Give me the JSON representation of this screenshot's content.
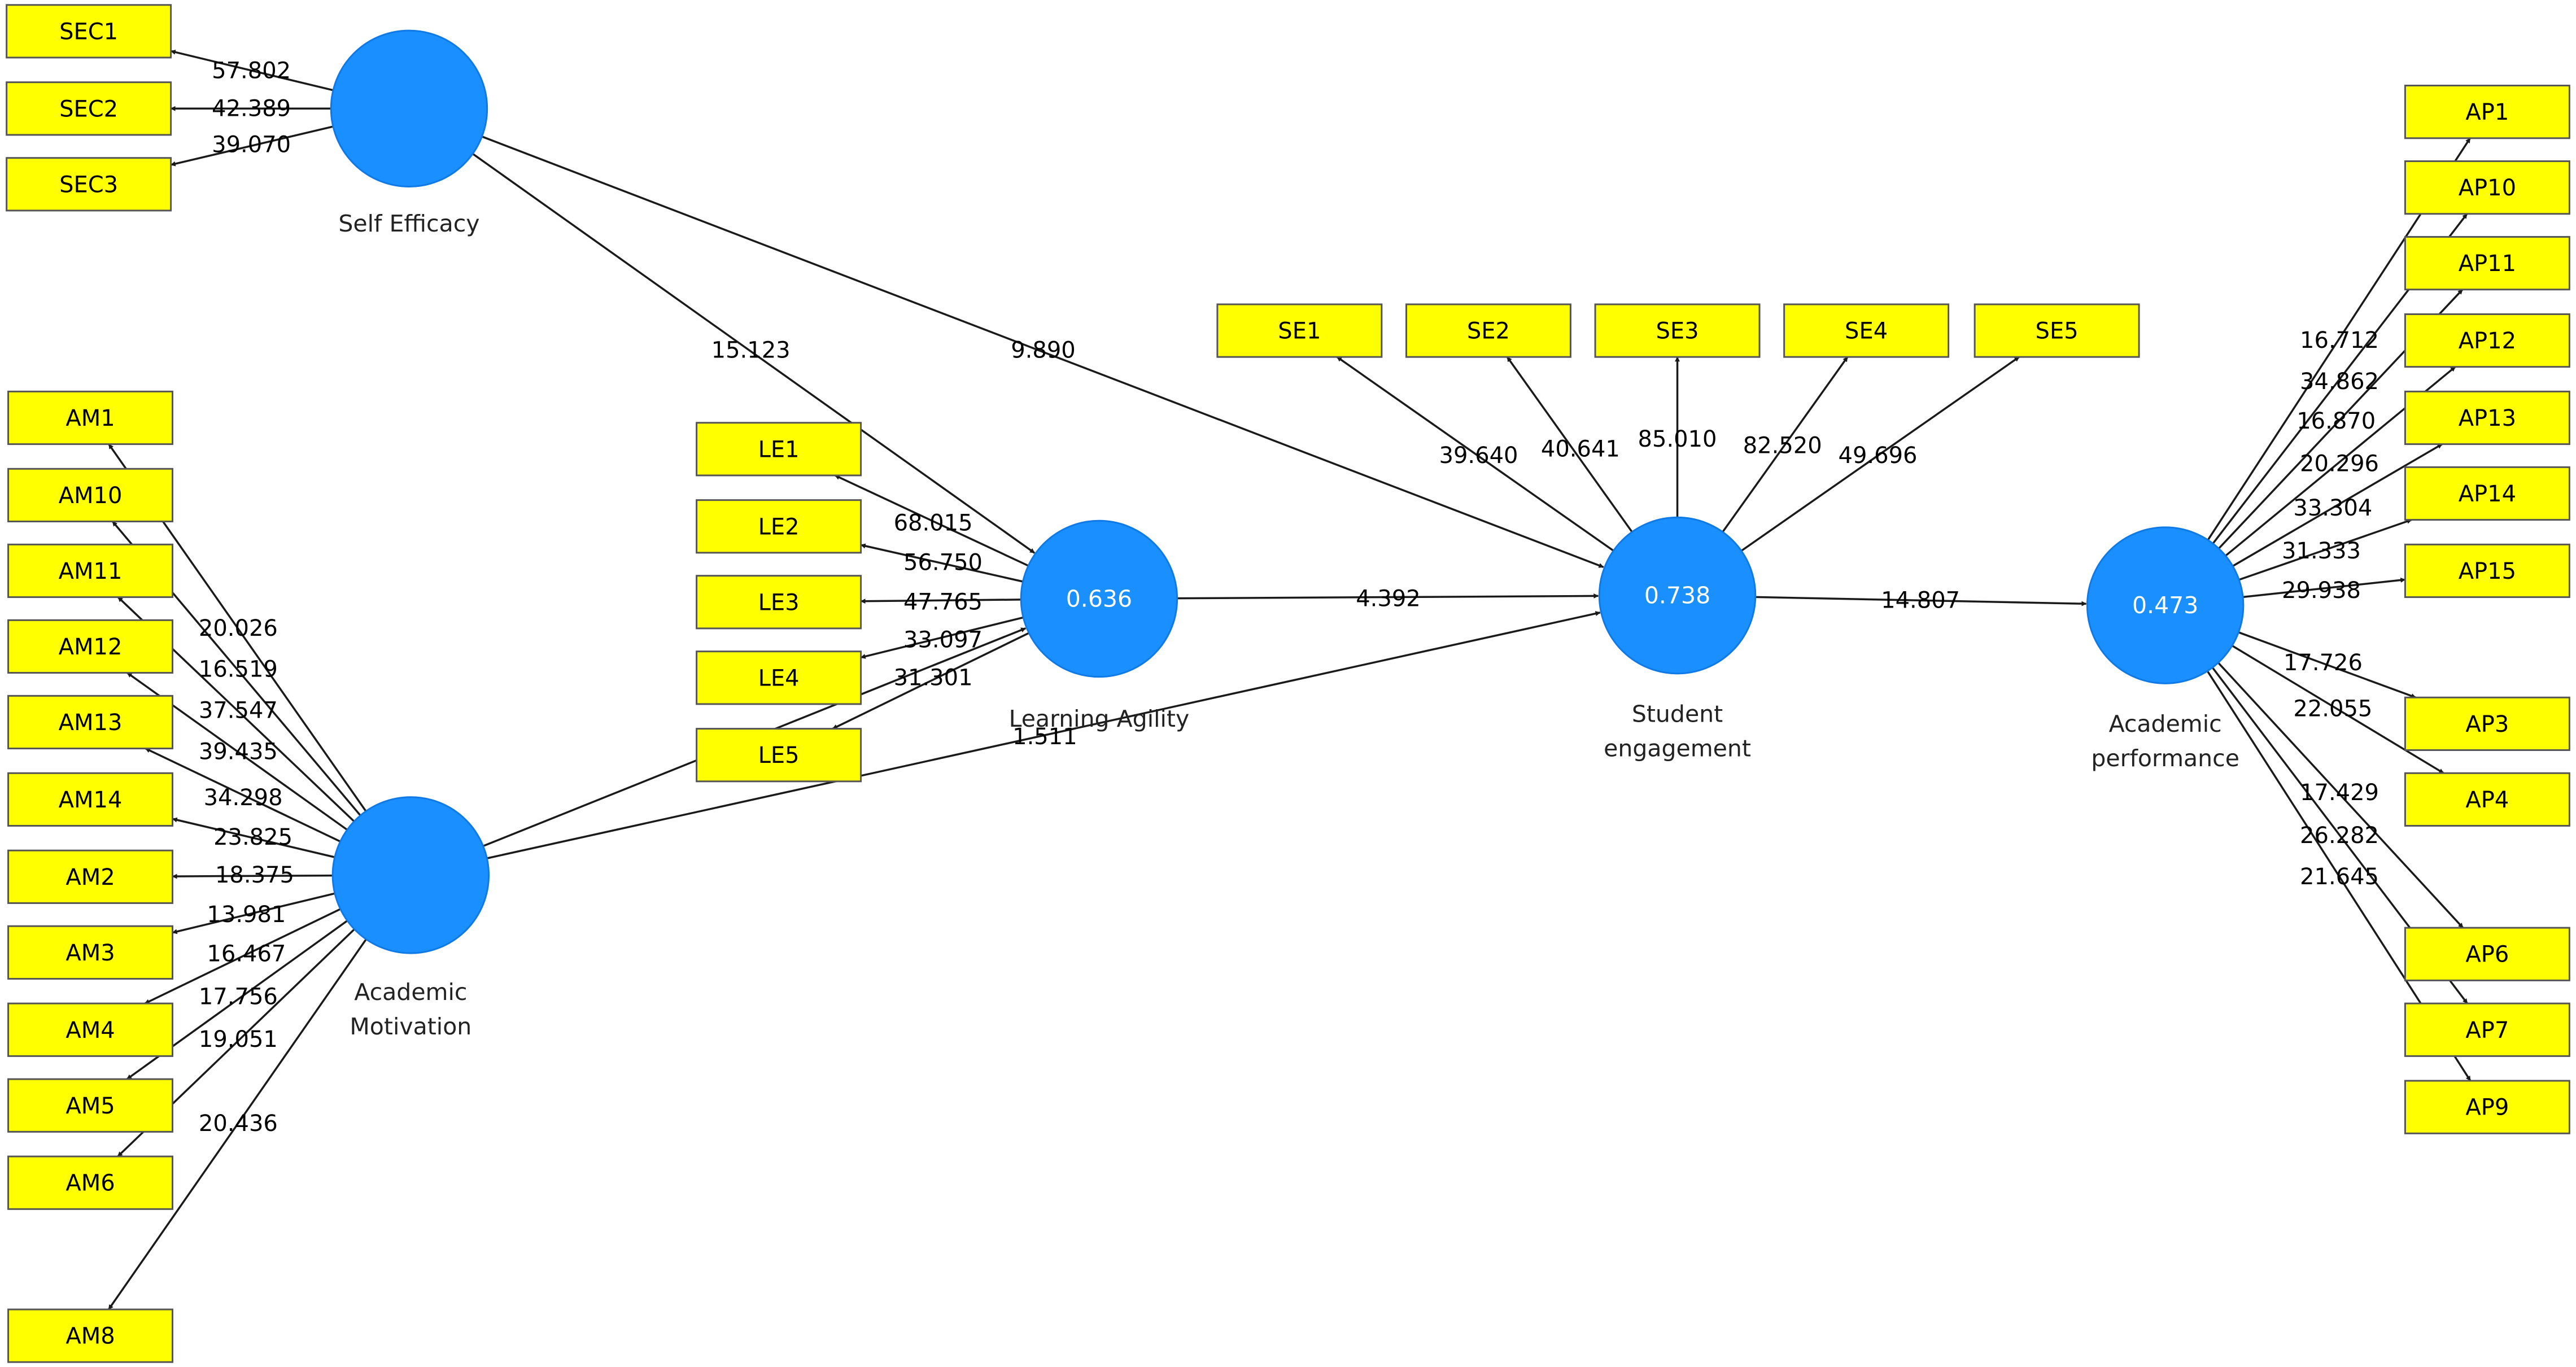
{
  "constructs": [
    {
      "id": "SEF",
      "label": "Self Efficacy",
      "value": ""
    },
    {
      "id": "AM",
      "label": "Academic Motivation",
      "value": ""
    },
    {
      "id": "LA",
      "label": "Learning Agility",
      "value": "0.636"
    },
    {
      "id": "SEN",
      "label": "Student engagement",
      "value": "0.738"
    },
    {
      "id": "AP",
      "label": "Academic performance",
      "value": "0.473"
    }
  ],
  "indicators": [
    {
      "id": "SEC1",
      "label": "SEC1"
    },
    {
      "id": "SEC2",
      "label": "SEC2"
    },
    {
      "id": "SEC3",
      "label": "SEC3"
    },
    {
      "id": "AM1",
      "label": "AM1"
    },
    {
      "id": "AM10",
      "label": "AM10"
    },
    {
      "id": "AM11",
      "label": "AM11"
    },
    {
      "id": "AM12",
      "label": "AM12"
    },
    {
      "id": "AM13",
      "label": "AM13"
    },
    {
      "id": "AM14",
      "label": "AM14"
    },
    {
      "id": "AM2",
      "label": "AM2"
    },
    {
      "id": "AM3",
      "label": "AM3"
    },
    {
      "id": "AM4",
      "label": "AM4"
    },
    {
      "id": "AM5",
      "label": "AM5"
    },
    {
      "id": "AM6",
      "label": "AM6"
    },
    {
      "id": "AM8",
      "label": "AM8"
    },
    {
      "id": "LE1",
      "label": "LE1"
    },
    {
      "id": "LE2",
      "label": "LE2"
    },
    {
      "id": "LE3",
      "label": "LE3"
    },
    {
      "id": "LE4",
      "label": "LE4"
    },
    {
      "id": "LE5",
      "label": "LE5"
    },
    {
      "id": "SE1",
      "label": "SE1"
    },
    {
      "id": "SE2",
      "label": "SE2"
    },
    {
      "id": "SE3",
      "label": "SE3"
    },
    {
      "id": "SE4",
      "label": "SE4"
    },
    {
      "id": "SE5",
      "label": "SE5"
    },
    {
      "id": "AP1",
      "label": "AP1"
    },
    {
      "id": "AP10",
      "label": "AP10"
    },
    {
      "id": "AP11",
      "label": "AP11"
    },
    {
      "id": "AP12",
      "label": "AP12"
    },
    {
      "id": "AP13",
      "label": "AP13"
    },
    {
      "id": "AP14",
      "label": "AP14"
    },
    {
      "id": "AP15",
      "label": "AP15"
    },
    {
      "id": "AP3",
      "label": "AP3"
    },
    {
      "id": "AP4",
      "label": "AP4"
    },
    {
      "id": "AP6",
      "label": "AP6"
    },
    {
      "id": "AP7",
      "label": "AP7"
    },
    {
      "id": "AP9",
      "label": "AP9"
    }
  ],
  "loadings": [
    {
      "construct": "SEF",
      "indicator": "SEC1",
      "value": "57.802"
    },
    {
      "construct": "SEF",
      "indicator": "SEC2",
      "value": "42.389"
    },
    {
      "construct": "SEF",
      "indicator": "SEC3",
      "value": "39.070"
    },
    {
      "construct": "AM",
      "indicator": "AM1",
      "value": "20.026"
    },
    {
      "construct": "AM",
      "indicator": "AM10",
      "value": "16.519"
    },
    {
      "construct": "AM",
      "indicator": "AM11",
      "value": "37.547"
    },
    {
      "construct": "AM",
      "indicator": "AM12",
      "value": "39.435"
    },
    {
      "construct": "AM",
      "indicator": "AM13",
      "value": "34.298"
    },
    {
      "construct": "AM",
      "indicator": "AM14",
      "value": "23.825"
    },
    {
      "construct": "AM",
      "indicator": "AM2",
      "value": "18.375"
    },
    {
      "construct": "AM",
      "indicator": "AM3",
      "value": "13.981"
    },
    {
      "construct": "AM",
      "indicator": "AM4",
      "value": "16.467"
    },
    {
      "construct": "AM",
      "indicator": "AM5",
      "value": "17.756"
    },
    {
      "construct": "AM",
      "indicator": "AM6",
      "value": "19.051"
    },
    {
      "construct": "AM",
      "indicator": "AM8",
      "value": "20.436"
    },
    {
      "construct": "LA",
      "indicator": "LE1",
      "value": "68.015"
    },
    {
      "construct": "LA",
      "indicator": "LE2",
      "value": "56.750"
    },
    {
      "construct": "LA",
      "indicator": "LE3",
      "value": "47.765"
    },
    {
      "construct": "LA",
      "indicator": "LE4",
      "value": "33.097"
    },
    {
      "construct": "LA",
      "indicator": "LE5",
      "value": "31.301"
    },
    {
      "construct": "SEN",
      "indicator": "SE1",
      "value": "39.640"
    },
    {
      "construct": "SEN",
      "indicator": "SE2",
      "value": "40.641"
    },
    {
      "construct": "SEN",
      "indicator": "SE3",
      "value": "85.010"
    },
    {
      "construct": "SEN",
      "indicator": "SE4",
      "value": "82.520"
    },
    {
      "construct": "SEN",
      "indicator": "SE5",
      "value": "49.696"
    },
    {
      "construct": "AP",
      "indicator": "AP1",
      "value": "16.712"
    },
    {
      "construct": "AP",
      "indicator": "AP10",
      "value": "34.862"
    },
    {
      "construct": "AP",
      "indicator": "AP11",
      "value": "16.870"
    },
    {
      "construct": "AP",
      "indicator": "AP12",
      "value": "20.296"
    },
    {
      "construct": "AP",
      "indicator": "AP13",
      "value": "33.304"
    },
    {
      "construct": "AP",
      "indicator": "AP14",
      "value": "31.333"
    },
    {
      "construct": "AP",
      "indicator": "AP15",
      "value": "29.938"
    },
    {
      "construct": "AP",
      "indicator": "AP3",
      "value": "17.726"
    },
    {
      "construct": "AP",
      "indicator": "AP4",
      "value": "22.055"
    },
    {
      "construct": "AP",
      "indicator": "AP6",
      "value": "17.429"
    },
    {
      "construct": "AP",
      "indicator": "AP7",
      "value": "26.282"
    },
    {
      "construct": "AP",
      "indicator": "AP9",
      "value": "21.645"
    }
  ],
  "paths": [
    {
      "from": "SEF",
      "to": "LA",
      "value": "15.123"
    },
    {
      "from": "SEF",
      "to": "SEN",
      "value": "9.890"
    },
    {
      "from": "AM",
      "to": "LA",
      "value": ""
    },
    {
      "from": "AM",
      "to": "SEN",
      "value": "1.511"
    },
    {
      "from": "LA",
      "to": "SEN",
      "value": "4.392"
    },
    {
      "from": "SEN",
      "to": "AP",
      "value": "14.807"
    }
  ],
  "colors": {
    "construct_fill": "#1a8fff",
    "indicator_fill": "#ffff00",
    "line": "#1a1a1a"
  }
}
